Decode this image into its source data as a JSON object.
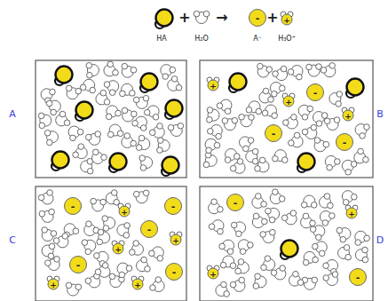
{
  "diagram": {
    "labels": [
      "HA",
      "+",
      "H₂O",
      "→",
      "-",
      "A⁻",
      "+",
      "+",
      "H₃O⁺",
      "A",
      "B",
      "C",
      "D",
      "-",
      "-",
      "-",
      "+",
      "+",
      "+",
      "-",
      "-",
      "-",
      "-",
      "-",
      "+",
      "+",
      "+",
      "+",
      "+",
      "-",
      "-",
      "+",
      "+"
    ]
  }
}
